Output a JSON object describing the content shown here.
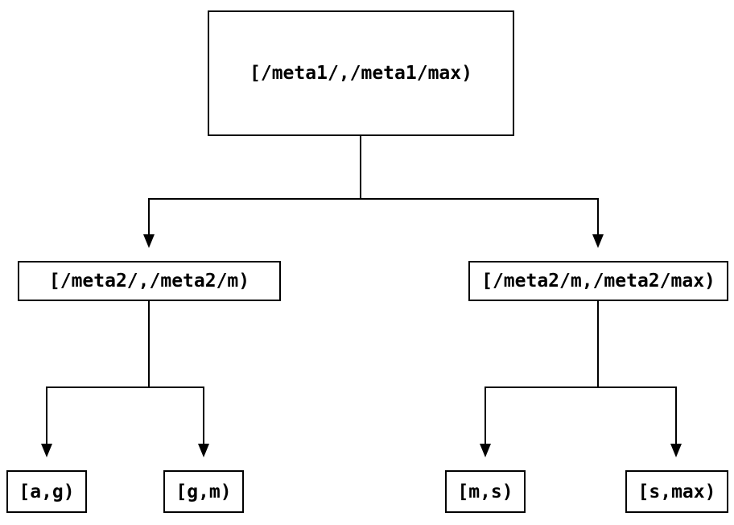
{
  "diagram": {
    "type": "tree",
    "description": "Two-level partition tree of key ranges",
    "colors": {
      "background": "#ffffff",
      "line": "#000000",
      "node_border": "#000000",
      "node_fill": "#ffffff",
      "text": "#000000"
    },
    "nodes": {
      "root": {
        "label": "[/meta1/,/meta1/max)"
      },
      "left": {
        "label": "[/meta2/,/meta2/m)"
      },
      "right": {
        "label": "[/meta2/m,/meta2/max)"
      },
      "leaf_ag": {
        "label": "[a,g)"
      },
      "leaf_gm": {
        "label": "[g,m)"
      },
      "leaf_ms": {
        "label": "[m,s)"
      },
      "leaf_smax": {
        "label": "[s,max)"
      }
    },
    "edges": [
      {
        "from": "root",
        "to": "left"
      },
      {
        "from": "root",
        "to": "right"
      },
      {
        "from": "left",
        "to": "leaf_ag"
      },
      {
        "from": "left",
        "to": "leaf_gm"
      },
      {
        "from": "right",
        "to": "leaf_ms"
      },
      {
        "from": "right",
        "to": "leaf_smax"
      }
    ]
  }
}
